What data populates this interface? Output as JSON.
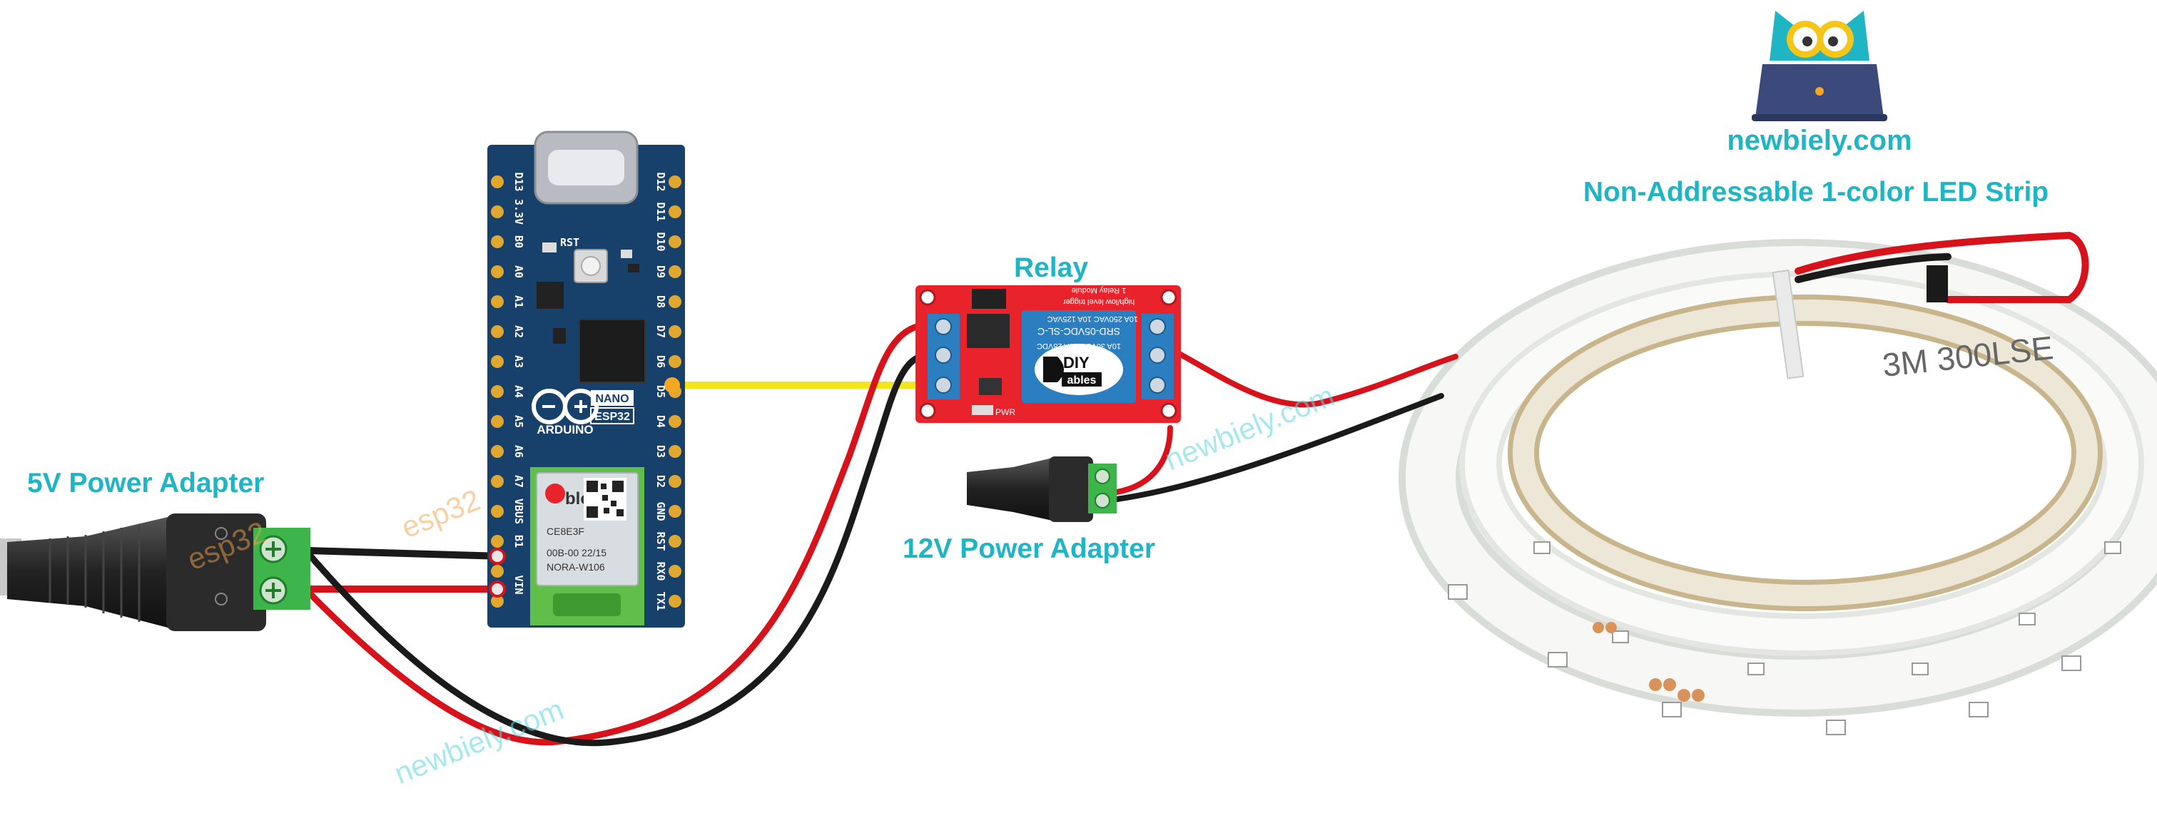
{
  "brand": {
    "logo_text": "newbiely.com"
  },
  "labels": {
    "led_strip": "Non-Addressable 1-color LED Strip",
    "relay": "Relay",
    "power_5v": "5V Power Adapter",
    "power_12v": "12V Power Adapter"
  },
  "watermarks": {
    "newbiely": "newbiely.com",
    "esp32": "esp32"
  },
  "board": {
    "brand": "ARDUINO",
    "model": "NANO",
    "chip": "ESP32",
    "module_brand": "blox",
    "module_model": "NORA-W106",
    "module_code1": "CE8E3F",
    "module_code2": "00B-00 22/15",
    "reset_label": "RST",
    "pins_left": [
      "D13",
      "3.3V",
      "B0",
      "A0",
      "A1",
      "A2",
      "A3",
      "A4",
      "A5",
      "A6",
      "A7",
      "VBUS",
      "B1",
      "VIN"
    ],
    "pins_right": [
      "D12",
      "D11",
      "D10",
      "D9",
      "D8",
      "D7",
      "D6",
      "D5",
      "D4",
      "D3",
      "D2",
      "GND",
      "RST",
      "RX0",
      "TX1"
    ]
  },
  "relay_module": {
    "brand_line1": "DIY",
    "brand_line2": "ables",
    "coil_text": "SRD-05VDC-SL-C",
    "rating1": "10A 250VAC 10A 125VAC",
    "rating2": "10A 30VDC 10A 28VDC",
    "title": "1 Relay Module",
    "trigger": "high/low level trigger",
    "pwr_label": "PWR"
  },
  "strip": {
    "tape_text": "3M 300LSE"
  },
  "colors": {
    "label": "#1fb5c4",
    "wire_red": "#d8121b",
    "wire_black": "#1a1a1a",
    "wire_yellow": "#f2e51c",
    "board_blue": "#17406a",
    "relay_red": "#e8232b",
    "terminal_green": "#3db54a",
    "led_white": "#eef0ee"
  }
}
